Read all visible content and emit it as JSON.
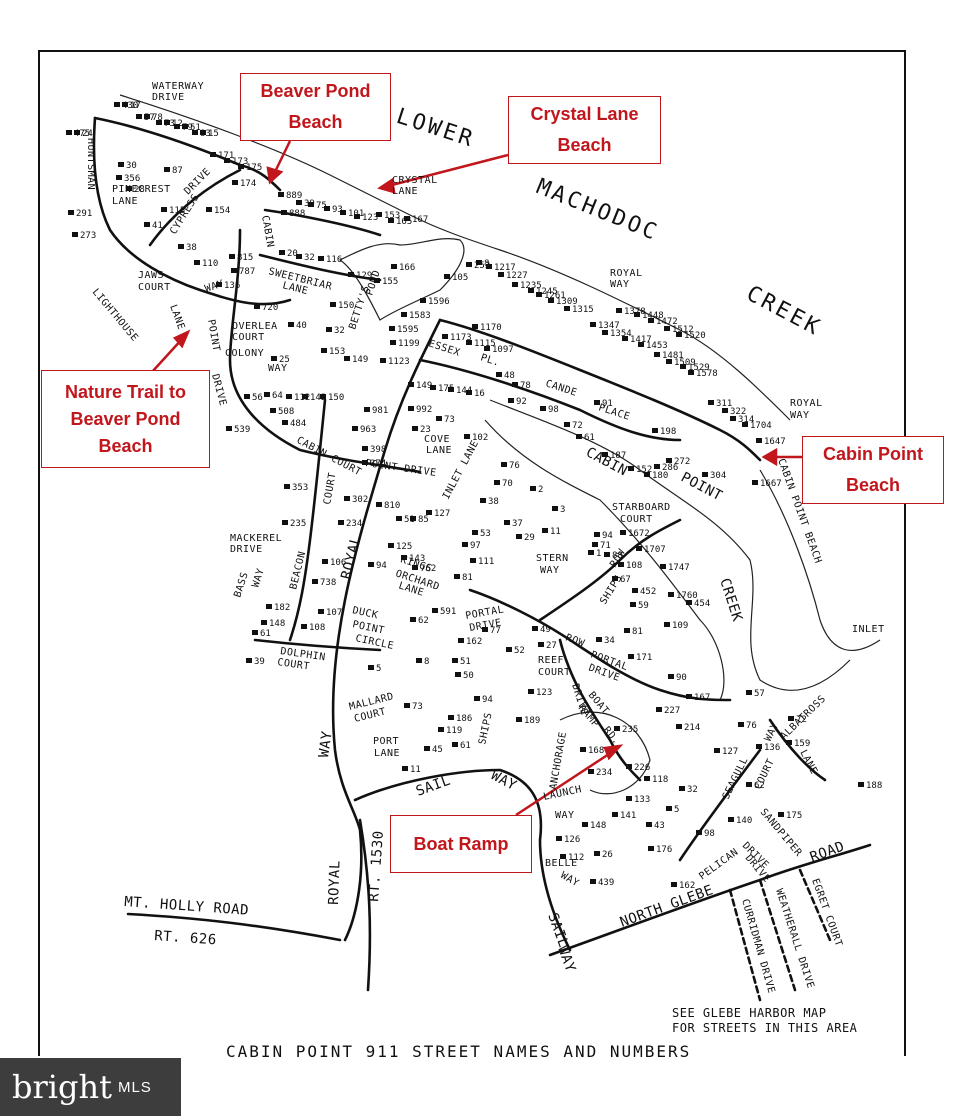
{
  "callouts": {
    "beaver_pond": [
      "Beaver Pond",
      "Beach"
    ],
    "crystal_lane": [
      "Crystal Lane",
      "Beach"
    ],
    "nature_trail": [
      "Nature Trail to",
      "Beaver Pond",
      "Beach"
    ],
    "cabin_point": [
      "Cabin Point",
      "Beach"
    ],
    "boat_ramp": "Boat Ramp"
  },
  "water_labels": {
    "lower": "LOWER",
    "machodoc": "MACHODOC",
    "creek": "CREEK",
    "betty1": "BETTY'S",
    "betty2": "POND",
    "cabin": "CABIN",
    "point": "POINT",
    "creek2": "CREEK",
    "inlet": "INLET",
    "cpbeach": "CABIN POINT BEACH"
  },
  "streets": {
    "waterway": "WATERWAY",
    "waterway2": "DRIVE",
    "huntsman": "HUNTSMAN",
    "pinecrest": "PINECREST",
    "pinecrest2": "LANE",
    "cypress": "CYPRESS",
    "drive1": "DRIVE",
    "crystal": "CRYSTAL",
    "crystal2": "LANE",
    "cabin_v": "CABIN",
    "sweetbriar": "SWEETBRIAR",
    "sweetbriar2": "LANE",
    "jaws": "JAWS",
    "jaws2": "COURT",
    "lighthouse": "LIGHTHOUSE",
    "lane1": "LANE",
    "way1": "WAY",
    "point_v": "POINT",
    "drive2": "DRIVE",
    "overlea": "OVERLEA",
    "court1": "COURT",
    "colony": "COLONY",
    "way2": "WAY",
    "royal_way_top": "ROYAL",
    "royal_way_top2": "WAY",
    "essex": "ESSEX",
    "pl": "PL.",
    "cande": "CANDE",
    "place": "PLACE",
    "royal_top": "ROYAL",
    "royal_top2": "WAY",
    "royal_right": "ROYAL",
    "royal_right2": "WAY",
    "cove": "COVE",
    "cove2": "LANE",
    "cabin_court": "CABIN COURT",
    "point_drive": "POINT DRIVE",
    "inlet_lane": "INLET LANE",
    "court_v": "COURT",
    "royal_mid": "ROYAL",
    "starboard": "STARBOARD",
    "starboard2": "COURT",
    "mackerel": "MACKEREL",
    "mackerel2": "DRIVE",
    "bass": "BASS",
    "bass2": "WAY",
    "beacon": "BEACON",
    "kings": "KINGS",
    "orchard": "ORCHARD",
    "lane2": "LANE",
    "stern": "STERN",
    "stern2": "WAY",
    "ships": "SHIPS",
    "row": "ROW",
    "portal": "PORTAL",
    "portal2": "DRIVE",
    "duck": "DUCK",
    "point2": "POINT",
    "circle": "CIRCLE",
    "dolphin": "DOLPHIN",
    "dolphin2": "COURT",
    "reef": "REEF",
    "reef2": "COURT",
    "row2": "ROW",
    "portal3": "PORTAL",
    "portal4": "DRIVE",
    "mallard": "MALLARD",
    "mallard2": "COURT",
    "way_mid": "WAY",
    "port": "PORT",
    "port2": "LANE",
    "ships2": "SHIPS",
    "drive3": "DRIVE",
    "boat": "BOAT",
    "ramp": "RAMP",
    "rd": "RD.",
    "anchorage": "ANCHORAGE",
    "launch": "LAUNCH",
    "way3": "WAY",
    "sail": "SAIL",
    "way4": "WAY",
    "seagull": "SEAGULL",
    "way5": "WAY",
    "court2": "COURT",
    "albatross": "ALBATROSS",
    "lane3": "LANE",
    "pelican": "PELICAN",
    "drive4": "DRIVE",
    "sandpiper": "SANDPIPER",
    "drive5": "DRIVE",
    "belle": "BELLE",
    "way6": "WAY",
    "sail2": "SAIL",
    "way7": "WAY",
    "north_glebe": "NORTH  GLEBE",
    "road": "ROAD",
    "egret": "EGRET COURT",
    "weathrall": "WEATHERALL DRIVE",
    "curriden": "CURRIDMAN DRIVE",
    "royal_bottom": "ROYAL",
    "rt1530": "RT. 1530",
    "mt_holly": "MT. HOLLY ROAD",
    "rt626": "RT. 626"
  },
  "house_numbers": [
    "430",
    "475",
    "57",
    "73",
    "79",
    "83",
    "30",
    "356",
    "28",
    "87",
    "291",
    "273",
    "171",
    "173",
    "175",
    "174",
    "889",
    "888",
    "39",
    "75",
    "93",
    "101",
    "123",
    "115",
    "154",
    "41",
    "38",
    "110",
    "815",
    "20",
    "32",
    "116",
    "153",
    "167",
    "165",
    "166",
    "787",
    "136",
    "720",
    "129",
    "155",
    "150",
    "40",
    "32",
    "153",
    "149",
    "25",
    "56",
    "64",
    "112",
    "142",
    "150",
    "508",
    "484",
    "539",
    "981",
    "963",
    "992",
    "23",
    "73",
    "102",
    "398",
    "374",
    "353",
    "302",
    "235",
    "234",
    "810",
    "51",
    "85",
    "127",
    "76",
    "70",
    "38",
    "2",
    "3",
    "11",
    "37",
    "29",
    "53",
    "97",
    "111",
    "125",
    "143",
    "762",
    "94",
    "106",
    "738",
    "182",
    "148",
    "61",
    "39",
    "108",
    "107",
    "62",
    "591",
    "81",
    "77",
    "162",
    "52",
    "51",
    "50",
    "49",
    "27",
    "5",
    "8",
    "73",
    "123",
    "94",
    "186",
    "119",
    "61",
    "45",
    "11",
    "189",
    "171",
    "90",
    "167",
    "227",
    "235",
    "214",
    "168",
    "234",
    "226",
    "118",
    "133",
    "141",
    "148",
    "126",
    "112",
    "26",
    "439",
    "57",
    "76",
    "72",
    "159",
    "127",
    "136",
    "62",
    "32",
    "5",
    "43",
    "98",
    "140",
    "176",
    "175",
    "162",
    "188",
    "105",
    "252",
    "8",
    "1217",
    "1227",
    "1235",
    "1245",
    "1261",
    "1309",
    "1315",
    "1347",
    "1354",
    "1378",
    "1417",
    "1448",
    "1453",
    "1472",
    "1481",
    "1512",
    "1509",
    "1520",
    "1529",
    "1578",
    "1596",
    "1583",
    "1595",
    "1199",
    "1173",
    "1123",
    "1115",
    "1170",
    "1097",
    "149",
    "175",
    "144",
    "16",
    "48",
    "78",
    "92",
    "91",
    "98",
    "72",
    "61",
    "187",
    "152",
    "180",
    "198",
    "272",
    "286",
    "304",
    "311",
    "322",
    "314",
    "1704",
    "1647",
    "1667",
    "1672",
    "1707",
    "1747",
    "1760",
    "454",
    "452",
    "59",
    "81",
    "109",
    "34",
    "94",
    "88",
    "108",
    "67",
    "71",
    "1",
    "17",
    "24",
    "78",
    "12",
    "51",
    "15"
  ],
  "footer": "CABIN POINT 911 STREET NAMES AND NUMBERS",
  "see_note": [
    "SEE GLEBE HARBOR MAP",
    "FOR STREETS IN THIS AREA"
  ],
  "brand": "bright",
  "brand_suffix": "MLS",
  "colors": {
    "accent": "#c0161c",
    "ink": "#111111",
    "brand_bg": "#3d3d3d"
  }
}
